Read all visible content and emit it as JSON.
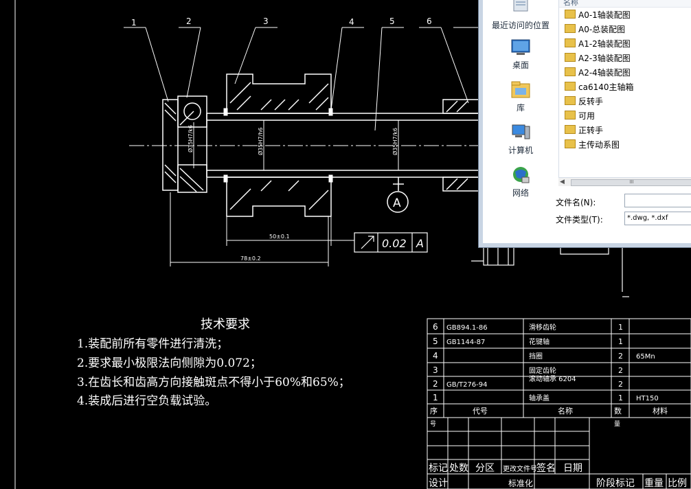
{
  "drawing": {
    "leaders": [
      "1",
      "2",
      "3",
      "4",
      "5",
      "6"
    ],
    "dims": {
      "d1": "Ø35H7/k6",
      "d2": "Ø35H7/h6",
      "d3": "Ø35H7/k6",
      "len1": "50±0.1",
      "len2": "78±0.2"
    },
    "fcf": {
      "tol": "0.02",
      "datum": "A"
    },
    "datum_tag": "A"
  },
  "notes": {
    "title": "技术要求",
    "items": [
      "1.装配前所有零件进行清洗；",
      "2.要求最小极限法向侧隙为0.072；",
      "3.在齿长和齿高方向接触斑点不得小于60%和65%；",
      "4.装成后进行空负载试验。"
    ]
  },
  "bom": {
    "rows": [
      {
        "no": "6",
        "code": "GB894.1-86",
        "name": "滑移齿轮",
        "qty": "1",
        "mat": ""
      },
      {
        "no": "5",
        "code": "GB1144-87",
        "name": "花键轴",
        "qty": "1",
        "mat": ""
      },
      {
        "no": "4",
        "code": "",
        "name": "挡圈",
        "qty": "2",
        "mat": "65Mn"
      },
      {
        "no": "3",
        "code": "",
        "name": "固定齿轮",
        "qty": "2",
        "mat": ""
      },
      {
        "no": "2",
        "code": "GB/T276-94",
        "name": "滚动轴承 6204",
        "qty": "2",
        "mat": ""
      },
      {
        "no": "1",
        "code": "",
        "name": "轴承盖",
        "qty": "1",
        "mat": "HT150"
      }
    ],
    "header": {
      "no": "序",
      "code": "代号",
      "name": "名称",
      "qty": "数",
      "mat": "材料"
    },
    "sub": {
      "no2": "号",
      "qty2": "量"
    }
  },
  "titleblock": {
    "row1": [
      "标记",
      "处数",
      "分区",
      "更改文件号",
      "签名",
      "日期"
    ],
    "row2": [
      "设计",
      "标准化"
    ],
    "right": [
      "阶段标记",
      "重量",
      "比例"
    ]
  },
  "dialog": {
    "column_header": "名称",
    "places": [
      "最近访问的位置",
      "桌面",
      "库",
      "计算机",
      "网络"
    ],
    "files": [
      "A0-1轴装配图",
      "A0-总装配图",
      "A1-2轴装配图",
      "A2-3轴装配图",
      "A2-4轴装配图",
      "ca6140主轴箱",
      "反转手",
      "可用",
      "正转手",
      "主传动系图"
    ],
    "filename_label": "文件名(N):",
    "filename_value": "",
    "filetype_label": "文件类型(T):",
    "filetype_value": "*.dwg, *.dxf",
    "scroll_grip": "III"
  },
  "colors": {
    "background": "#000000",
    "lines": "#ffffff",
    "folder": "#e8c14a"
  }
}
